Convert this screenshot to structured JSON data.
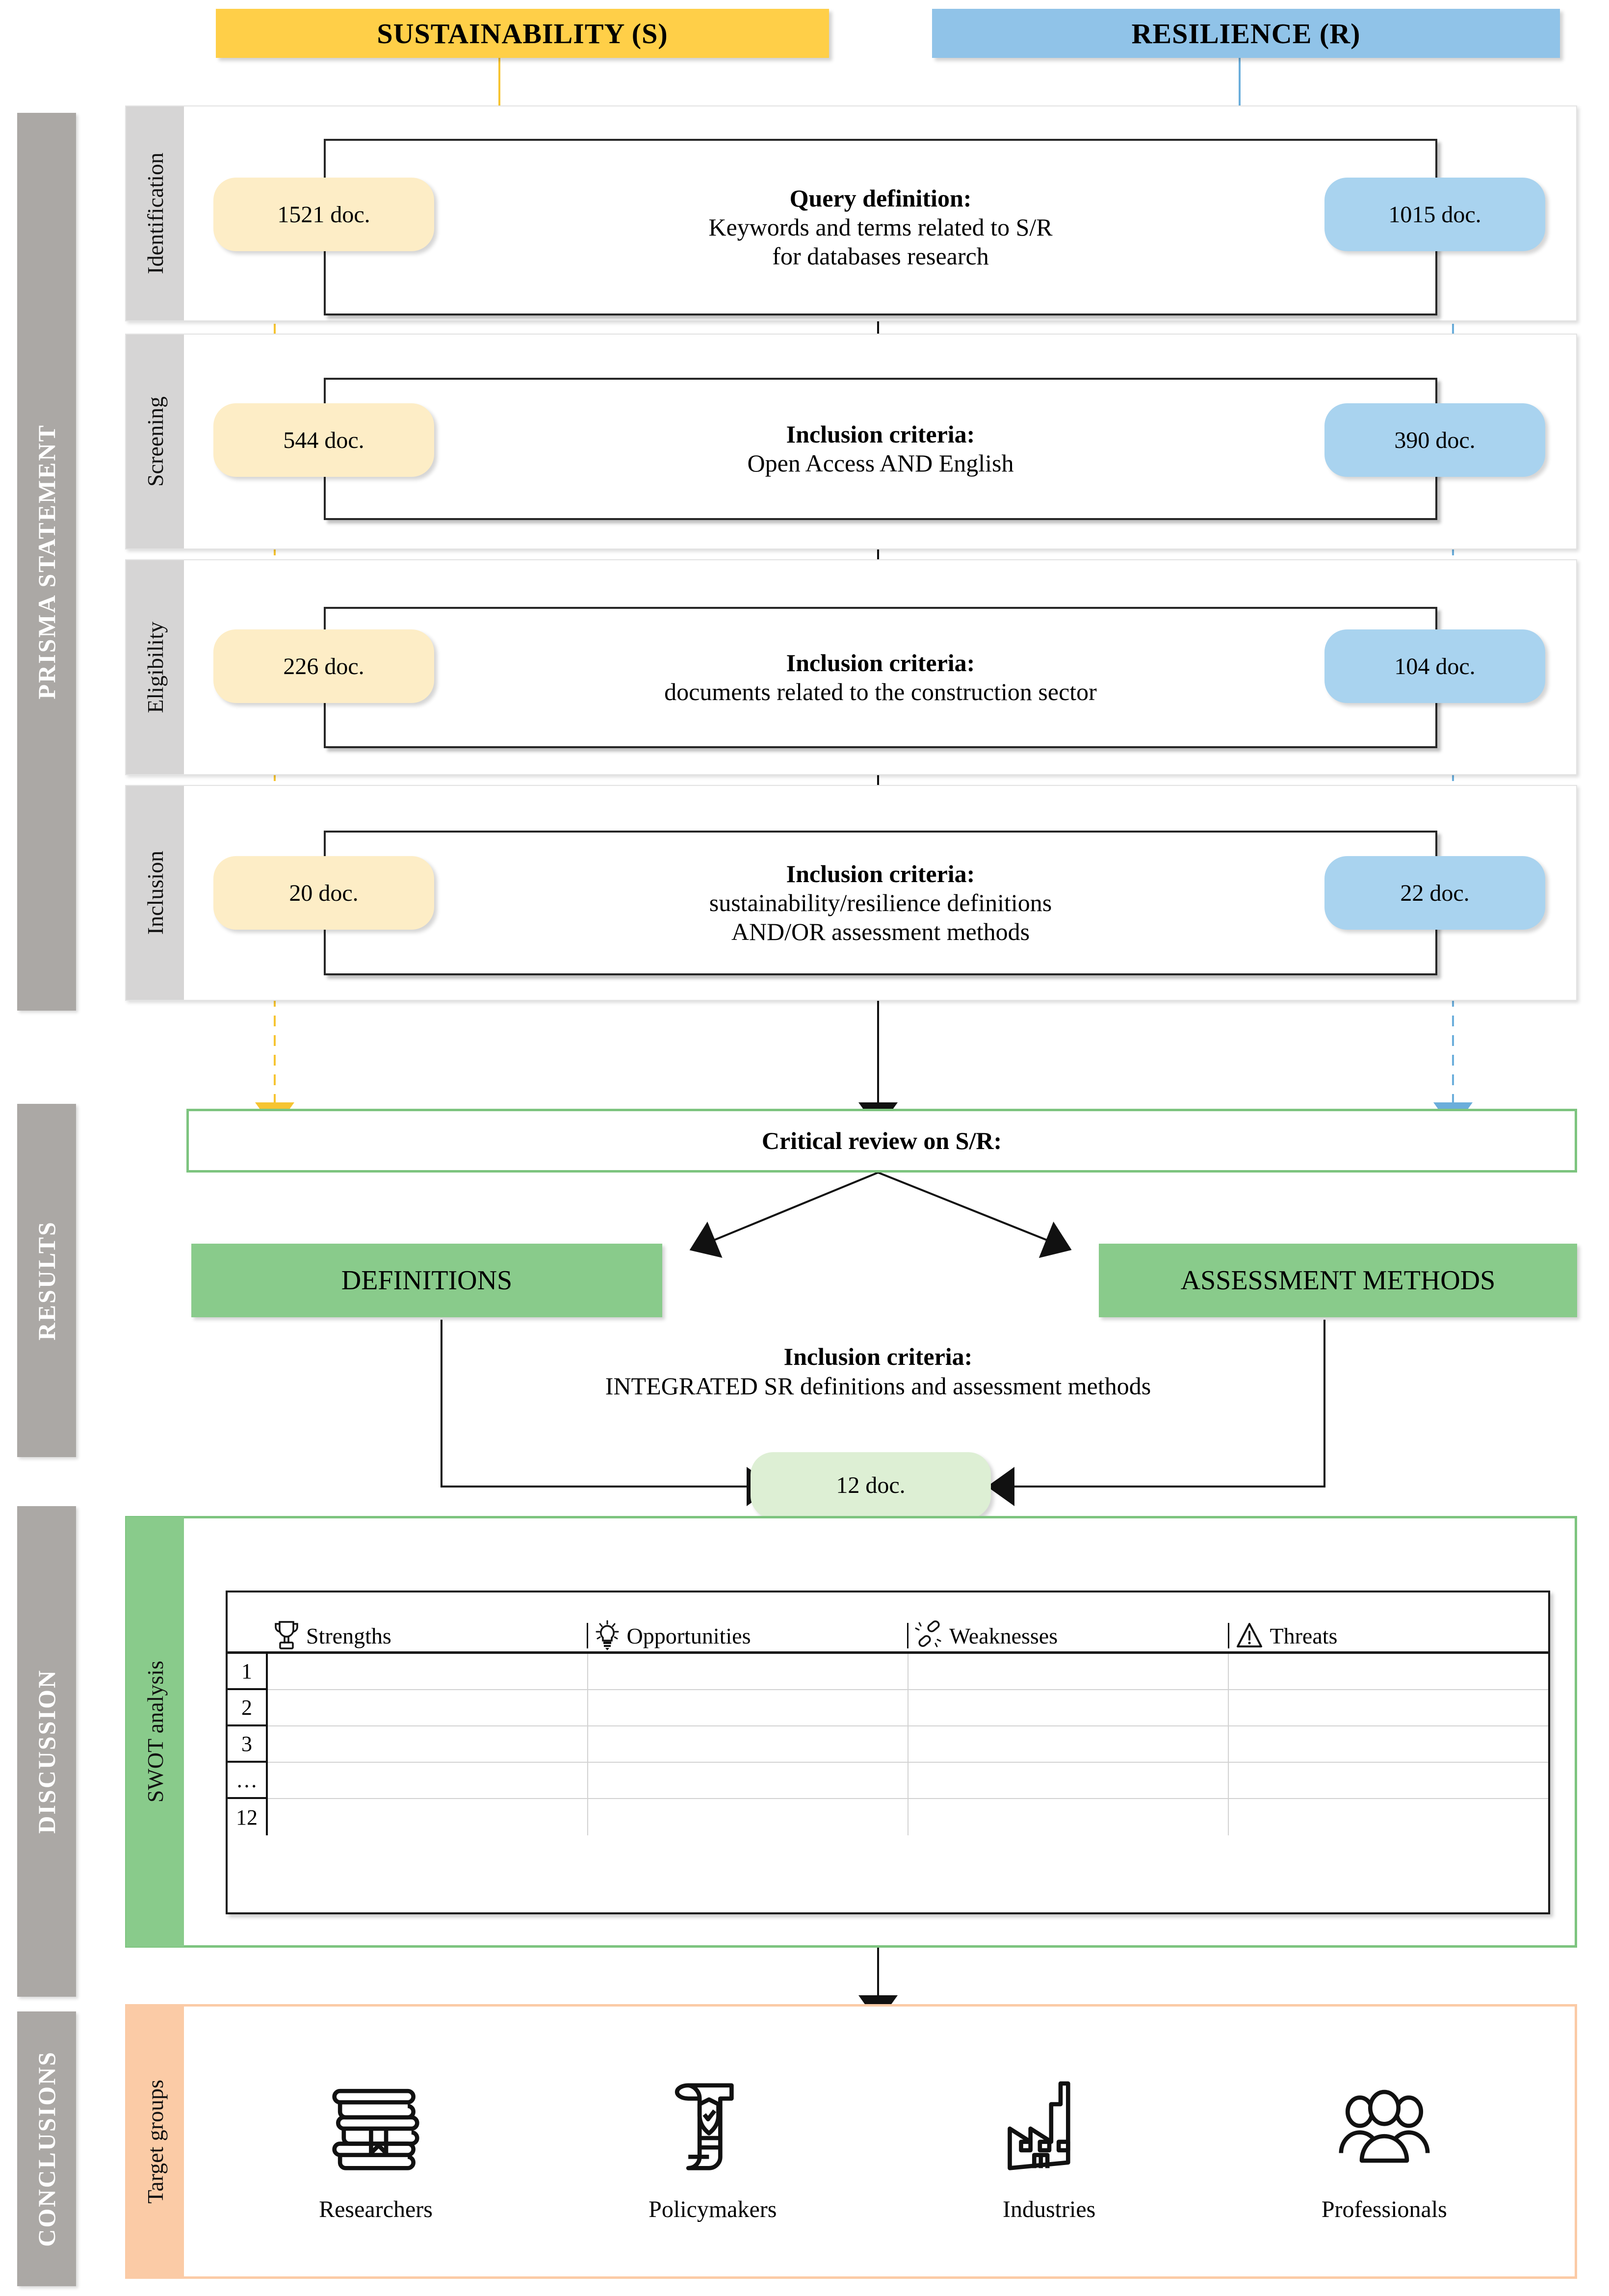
{
  "headers": [
    {
      "id": "sustainability",
      "label": "SUSTAINABILITY (S)",
      "color": "#FFCF48"
    },
    {
      "id": "resilience",
      "label": "RESILIENCE (R)",
      "color": "#90C3E8"
    }
  ],
  "side_sections": [
    {
      "id": "prisma",
      "label": "PRISMA STATEMENT"
    },
    {
      "id": "results",
      "label": "RESULTS"
    },
    {
      "id": "discussion",
      "label": "DISCUSSION"
    },
    {
      "id": "conclusions",
      "label": "CONCLUSIONS"
    }
  ],
  "prisma_stages": [
    {
      "id": "identification",
      "stage_label": "Identification",
      "criteria_title": "Query definition:",
      "criteria_body": "Keywords and terms related to S/R\nfor databases research",
      "left_count": "1521 doc.",
      "right_count": "1015 doc."
    },
    {
      "id": "screening",
      "stage_label": "Screening",
      "criteria_title": "Inclusion criteria:",
      "criteria_body": "Open Access AND English",
      "left_count": "544 doc.",
      "right_count": "390 doc."
    },
    {
      "id": "eligibility",
      "stage_label": "Eligibility",
      "criteria_title": "Inclusion criteria:",
      "criteria_body": "documents related to the construction sector",
      "left_count": "226 doc.",
      "right_count": "104 doc."
    },
    {
      "id": "inclusion",
      "stage_label": "Inclusion",
      "criteria_title": "Inclusion criteria:",
      "criteria_body": "sustainability/resilience definitions\nAND/OR assessment methods",
      "left_count": "20 doc.",
      "right_count": "22 doc."
    }
  ],
  "results": {
    "critical_review_label": "Critical review on S/R:",
    "branches": [
      {
        "id": "definitions",
        "label": "DEFINITIONS"
      },
      {
        "id": "assessment-methods",
        "label": "ASSESSMENT METHODS"
      }
    ],
    "integration_title": "Inclusion criteria:",
    "integration_body": "INTEGRATED SR definitions and assessment methods",
    "integration_count": "12 doc."
  },
  "discussion": {
    "band_label": "SWOT analysis",
    "columns": [
      {
        "id": "strengths",
        "label": "Strengths",
        "icon": "trophy-icon"
      },
      {
        "id": "opportunities",
        "label": "Opportunities",
        "icon": "lightbulb-icon"
      },
      {
        "id": "weaknesses",
        "label": "Weaknesses",
        "icon": "broken-chain-icon"
      },
      {
        "id": "threats",
        "label": "Threats",
        "icon": "warning-triangle-icon"
      }
    ],
    "row_indices": [
      "1",
      "2",
      "3",
      "…",
      "12"
    ]
  },
  "conclusions": {
    "band_label": "Target groups",
    "groups": [
      {
        "id": "researchers",
        "label": "Researchers",
        "icon": "books-stack-icon"
      },
      {
        "id": "policymakers",
        "label": "Policymakers",
        "icon": "policy-scroll-icon"
      },
      {
        "id": "industries",
        "label": "Industries",
        "icon": "factory-icon"
      },
      {
        "id": "professionals",
        "label": "Professionals",
        "icon": "people-group-icon"
      }
    ]
  },
  "colors": {
    "sustainability": "#FFCF48",
    "resilience": "#90C3E8",
    "sustainability_pill": "#FDEDC6",
    "resilience_pill": "#A9D3EF",
    "green": "#89CB8B",
    "green_pill": "#DDEFD4",
    "orange": "#FBCBA6",
    "grey_band": "#ABA8A5",
    "grey_tab": "#D6D5D5"
  }
}
